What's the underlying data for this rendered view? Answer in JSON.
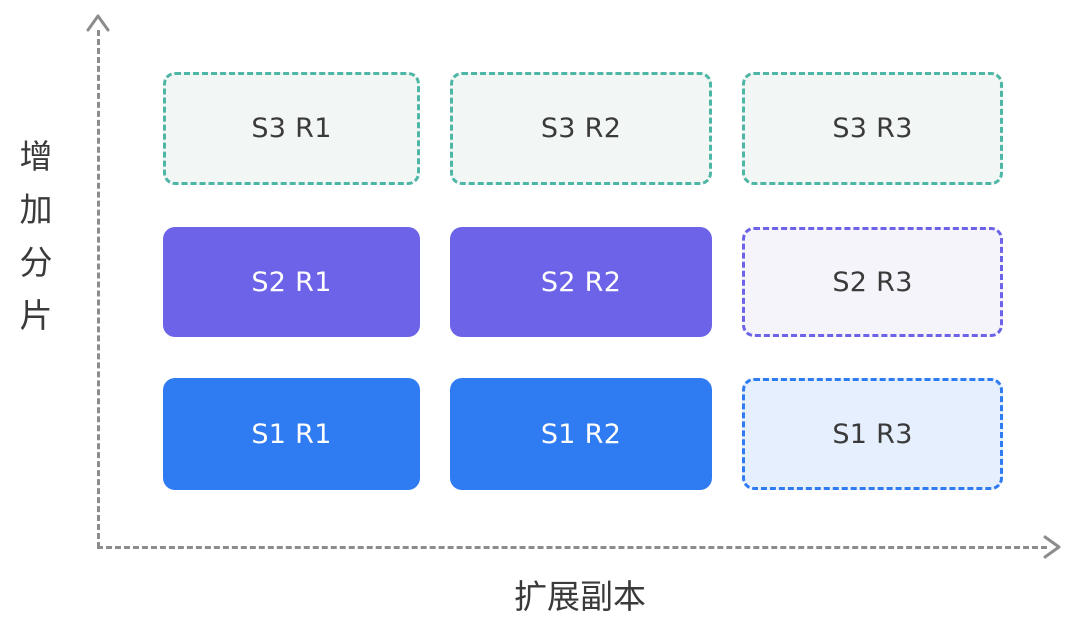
{
  "diagram": {
    "title_present": false,
    "axis": {
      "y_label": "增加分片",
      "y_label_chars": [
        "增",
        "加",
        "分",
        "片"
      ],
      "x_label": "扩展副本",
      "y_arrow_icon": "arrow-up-icon",
      "x_arrow_icon": "arrow-right-icon",
      "axis_color": "#8c8c8c",
      "axis_style": "dashed"
    },
    "columns": [
      "R1",
      "R2",
      "R3"
    ],
    "rows": [
      "S3",
      "S2",
      "S1"
    ],
    "cells": [
      {
        "id": "s3-r1",
        "label": "S3 R1",
        "shard": "S3",
        "replica": "R1",
        "style": "dashed",
        "fill": "#F2F7F6",
        "border": "#4DB6A4",
        "text": "#3a3a3a"
      },
      {
        "id": "s3-r2",
        "label": "S3 R2",
        "shard": "S3",
        "replica": "R2",
        "style": "dashed",
        "fill": "#F2F7F6",
        "border": "#4DB6A4",
        "text": "#3a3a3a"
      },
      {
        "id": "s3-r3",
        "label": "S3 R3",
        "shard": "S3",
        "replica": "R3",
        "style": "dashed",
        "fill": "#F2F7F6",
        "border": "#4DB6A4",
        "text": "#3a3a3a"
      },
      {
        "id": "s2-r1",
        "label": "S2 R1",
        "shard": "S2",
        "replica": "R1",
        "style": "solid",
        "fill": "#6C63E8",
        "border": "#6C63E8",
        "text": "#ffffff"
      },
      {
        "id": "s2-r2",
        "label": "S2 R2",
        "shard": "S2",
        "replica": "R2",
        "style": "solid",
        "fill": "#6C63E8",
        "border": "#6C63E8",
        "text": "#ffffff"
      },
      {
        "id": "s2-r3",
        "label": "S2 R3",
        "shard": "S2",
        "replica": "R3",
        "style": "dashed",
        "fill": "#F5F4FB",
        "border": "#6C63E8",
        "text": "#3a3a3a"
      },
      {
        "id": "s1-r1",
        "label": "S1 R1",
        "shard": "S1",
        "replica": "R1",
        "style": "solid",
        "fill": "#2F7BF2",
        "border": "#2F7BF2",
        "text": "#ffffff"
      },
      {
        "id": "s1-r2",
        "label": "S1 R2",
        "shard": "S1",
        "replica": "R2",
        "style": "solid",
        "fill": "#2F7BF2",
        "border": "#2F7BF2",
        "text": "#ffffff"
      },
      {
        "id": "s1-r3",
        "label": "S1 R3",
        "shard": "S1",
        "replica": "R3",
        "style": "dashed",
        "fill": "#E5EFFD",
        "border": "#2F7BF2",
        "text": "#3a3a3a"
      }
    ]
  }
}
